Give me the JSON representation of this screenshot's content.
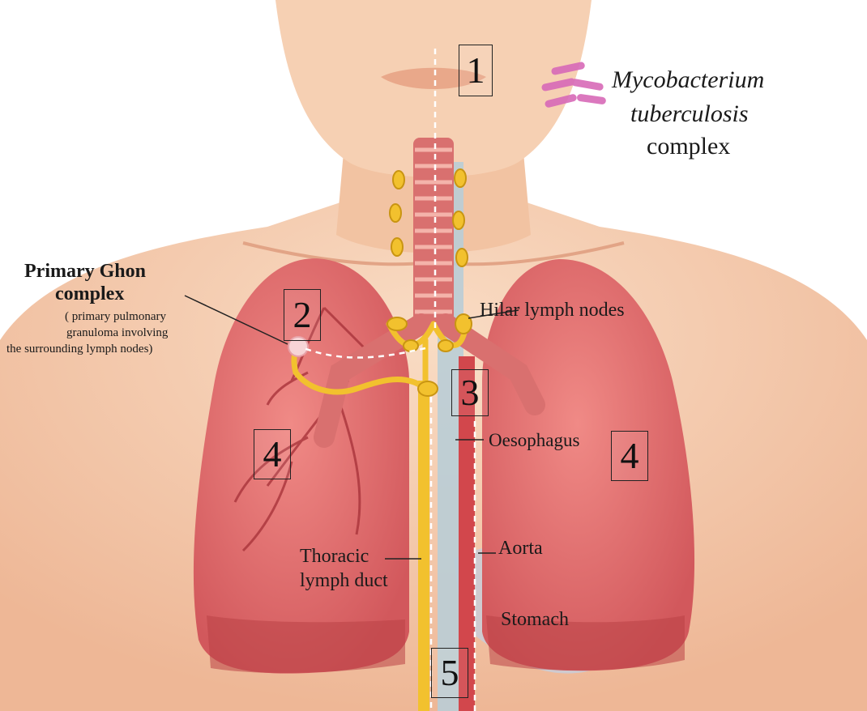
{
  "bacteria": {
    "line1": "Mycobacterium",
    "line2": "tuberculosis",
    "line3": "complex"
  },
  "ghon": {
    "title_line1": "Primary Ghon",
    "title_line2": "complex",
    "desc_line1": "( primary pulmonary",
    "desc_line2": "granuloma involving",
    "desc_line3": "the surrounding lymph nodes)"
  },
  "labels": {
    "hilar": "Hilar lymph nodes",
    "oesophagus": "Oesophagus",
    "aorta": "Aorta",
    "thoracic_line1": "Thoracic",
    "thoracic_line2": "lymph duct",
    "stomach": "Stomach"
  },
  "stages": {
    "s1": "1",
    "s2": "2",
    "s3": "3",
    "s4_left": "4",
    "s4_right": "4",
    "s5": "5"
  },
  "colors": {
    "skin": "#f4c9a8",
    "skin_shadow": "#e8a98a",
    "lung": "#e4696b",
    "lung_dark": "#c94b4f",
    "trachea": "#d9706f",
    "lymph": "#f2c12e",
    "aorta": "#d2474c",
    "oesophagus": "#b9cdd6",
    "bacteria": "#d86ab8"
  }
}
